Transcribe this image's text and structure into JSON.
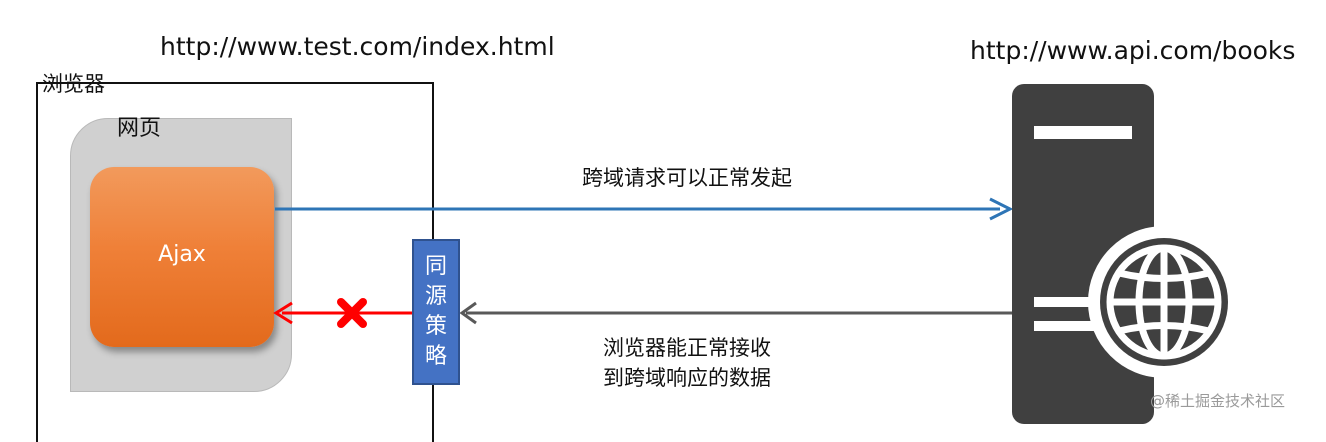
{
  "urls": {
    "client": "http://www.test.com/index.html",
    "server": "http://www.api.com/books"
  },
  "browser": {
    "label": "浏览器"
  },
  "webpage": {
    "label": "网页"
  },
  "ajax": {
    "label": "Ajax"
  },
  "policy": {
    "label": "同源策略"
  },
  "arrows": {
    "request_label": "跨域请求可以正常发起",
    "response_label_line1": "浏览器能正常接收",
    "response_label_line2": "到跨域响应的数据"
  },
  "watermark": "@稀土掘金技术社区",
  "colors": {
    "request_arrow": "#2e75b6",
    "response_arrow": "#595959",
    "blocked_arrow": "#ff0000",
    "ajax_box": "#ef8038",
    "policy_box": "#4472c4",
    "server": "#404040"
  },
  "icons": {
    "server": "server-icon",
    "globe": "globe-icon",
    "blocked": "blocked-x-icon"
  }
}
